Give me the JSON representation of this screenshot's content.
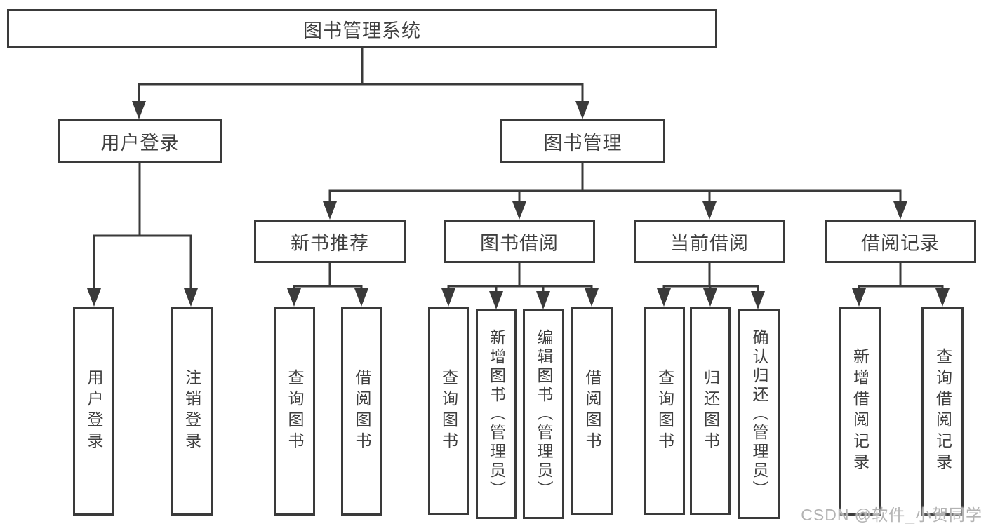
{
  "colors": {
    "line": "#3a3a3a",
    "box_border": "#3a3a3a",
    "box_text": "#3f3f3f",
    "watermark": "#adadad"
  },
  "diagram": {
    "root": {
      "label": "图书管理系统"
    },
    "branches": [
      {
        "label": "用户登录",
        "children": [
          {
            "label": "用户登录"
          },
          {
            "label": "注销登录"
          }
        ]
      },
      {
        "label": "图书管理",
        "children": [
          {
            "label": "新书推荐",
            "children": [
              {
                "label": "查询图书"
              },
              {
                "label": "借阅图书"
              }
            ]
          },
          {
            "label": "图书借阅",
            "children": [
              {
                "label": "查询图书"
              },
              {
                "label": "新增图书（管理员）"
              },
              {
                "label": "编辑图书（管理员）"
              },
              {
                "label": "借阅图书"
              }
            ]
          },
          {
            "label": "当前借阅",
            "children": [
              {
                "label": "查询图书"
              },
              {
                "label": "归还图书"
              },
              {
                "label": "确认归还（管理员）"
              }
            ]
          },
          {
            "label": "借阅记录",
            "children": [
              {
                "label": "新增借阅记录"
              },
              {
                "label": "查询借阅记录"
              }
            ]
          }
        ]
      }
    ]
  },
  "watermark": {
    "text": "CSDN @软件_小贺同学"
  }
}
